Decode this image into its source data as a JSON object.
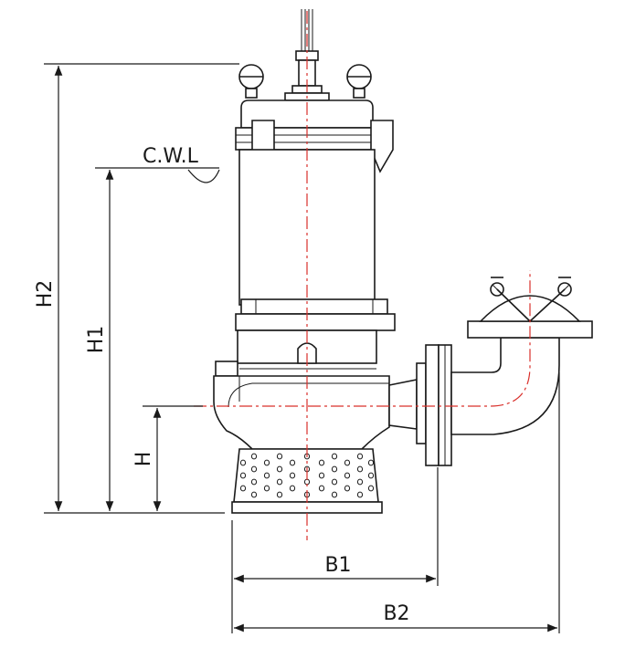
{
  "labels": {
    "water_level": "C.W.L",
    "h2": "H2",
    "h1": "H1",
    "h": "H",
    "b1": "B1",
    "b2": "B2"
  },
  "colors": {
    "line": "#1a1a1a",
    "centerline": "#d9302b"
  }
}
